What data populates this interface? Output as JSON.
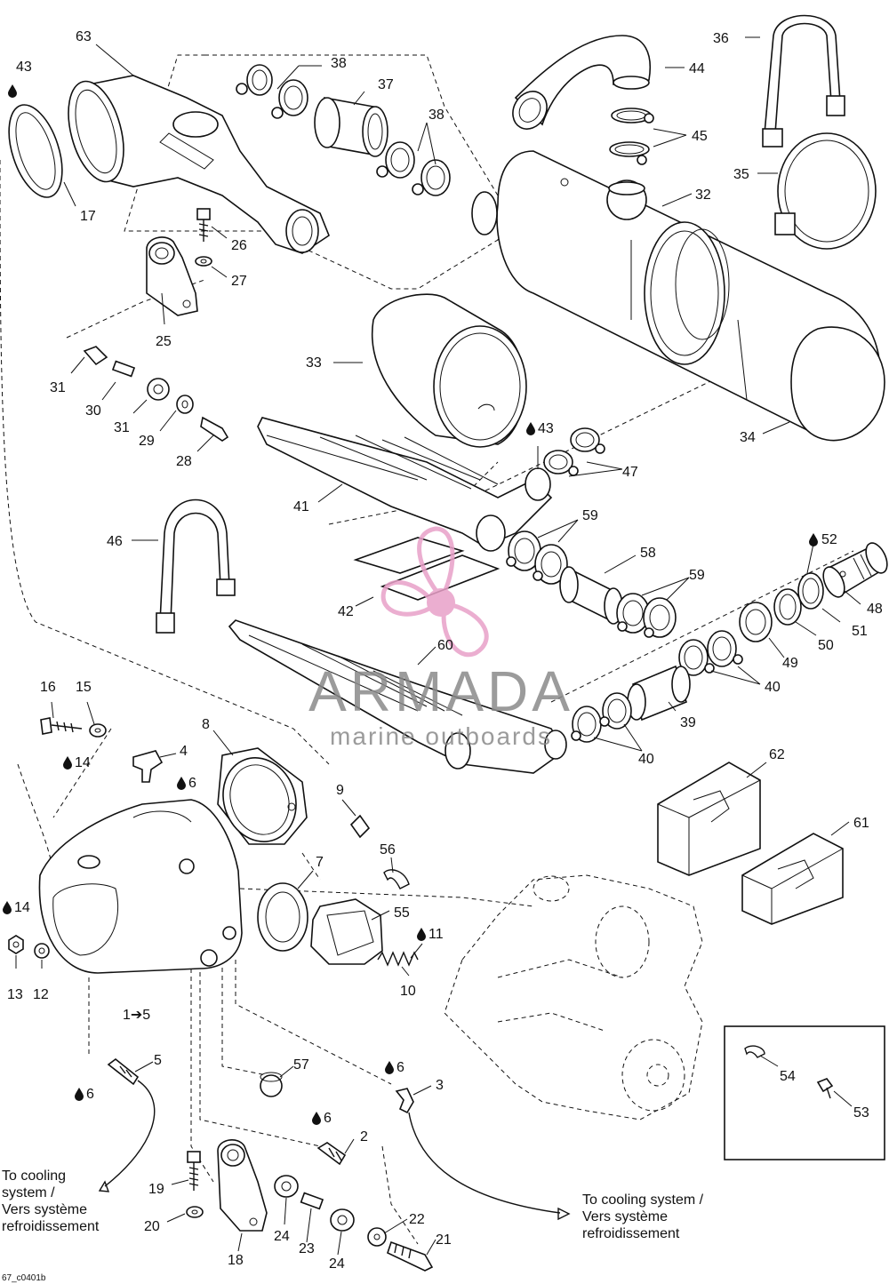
{
  "labels": {
    "l63": "63",
    "l43a": "43",
    "l17": "17",
    "l38a": "38",
    "l37": "37",
    "l38b": "38",
    "l44": "44",
    "l36": "36",
    "l45": "45",
    "l32": "32",
    "l35": "35",
    "l26": "26",
    "l27": "27",
    "l25": "25",
    "l31a": "31",
    "l30": "30",
    "l31b": "31",
    "l29": "29",
    "l28": "28",
    "l33": "33",
    "l34": "34",
    "l43b": "43",
    "l47": "47",
    "l41": "41",
    "l46": "46",
    "l59a": "59",
    "l58": "58",
    "l59b": "59",
    "l52": "52",
    "l48": "48",
    "l42": "42",
    "l51": "51",
    "l50": "50",
    "l49": "49",
    "l60": "60",
    "l40a": "40",
    "l39": "39",
    "l40b": "40",
    "l16": "16",
    "l15": "15",
    "l14a": "14",
    "l8": "8",
    "l4": "4",
    "l6a": "6",
    "l62": "62",
    "l9": "9",
    "l61": "61",
    "l56": "56",
    "l7": "7",
    "l14b": "14",
    "l55": "55",
    "l11": "11",
    "l13": "13",
    "l12": "12",
    "l10": "10",
    "l1to5": "1➔5",
    "l5": "5",
    "l6b": "6",
    "l57": "57",
    "l6c": "6",
    "l3": "3",
    "l54": "54",
    "l53": "53",
    "l6d": "6",
    "l2": "2",
    "l19": "19",
    "l22": "22",
    "l20": "20",
    "l24a": "24",
    "l21": "21",
    "l23": "23",
    "l24b": "24",
    "l18": "18"
  },
  "notes": {
    "cooling_left": [
      "To cooling",
      "system /",
      "Vers système",
      "refroidissement"
    ],
    "cooling_right": [
      "To cooling system /",
      "Vers système",
      "refroidissement"
    ]
  },
  "drawing_code": "67_c0401b",
  "watermark": {
    "brand": "ARMADA",
    "tagline": "marine outboards",
    "color": "#e8a0c8"
  }
}
